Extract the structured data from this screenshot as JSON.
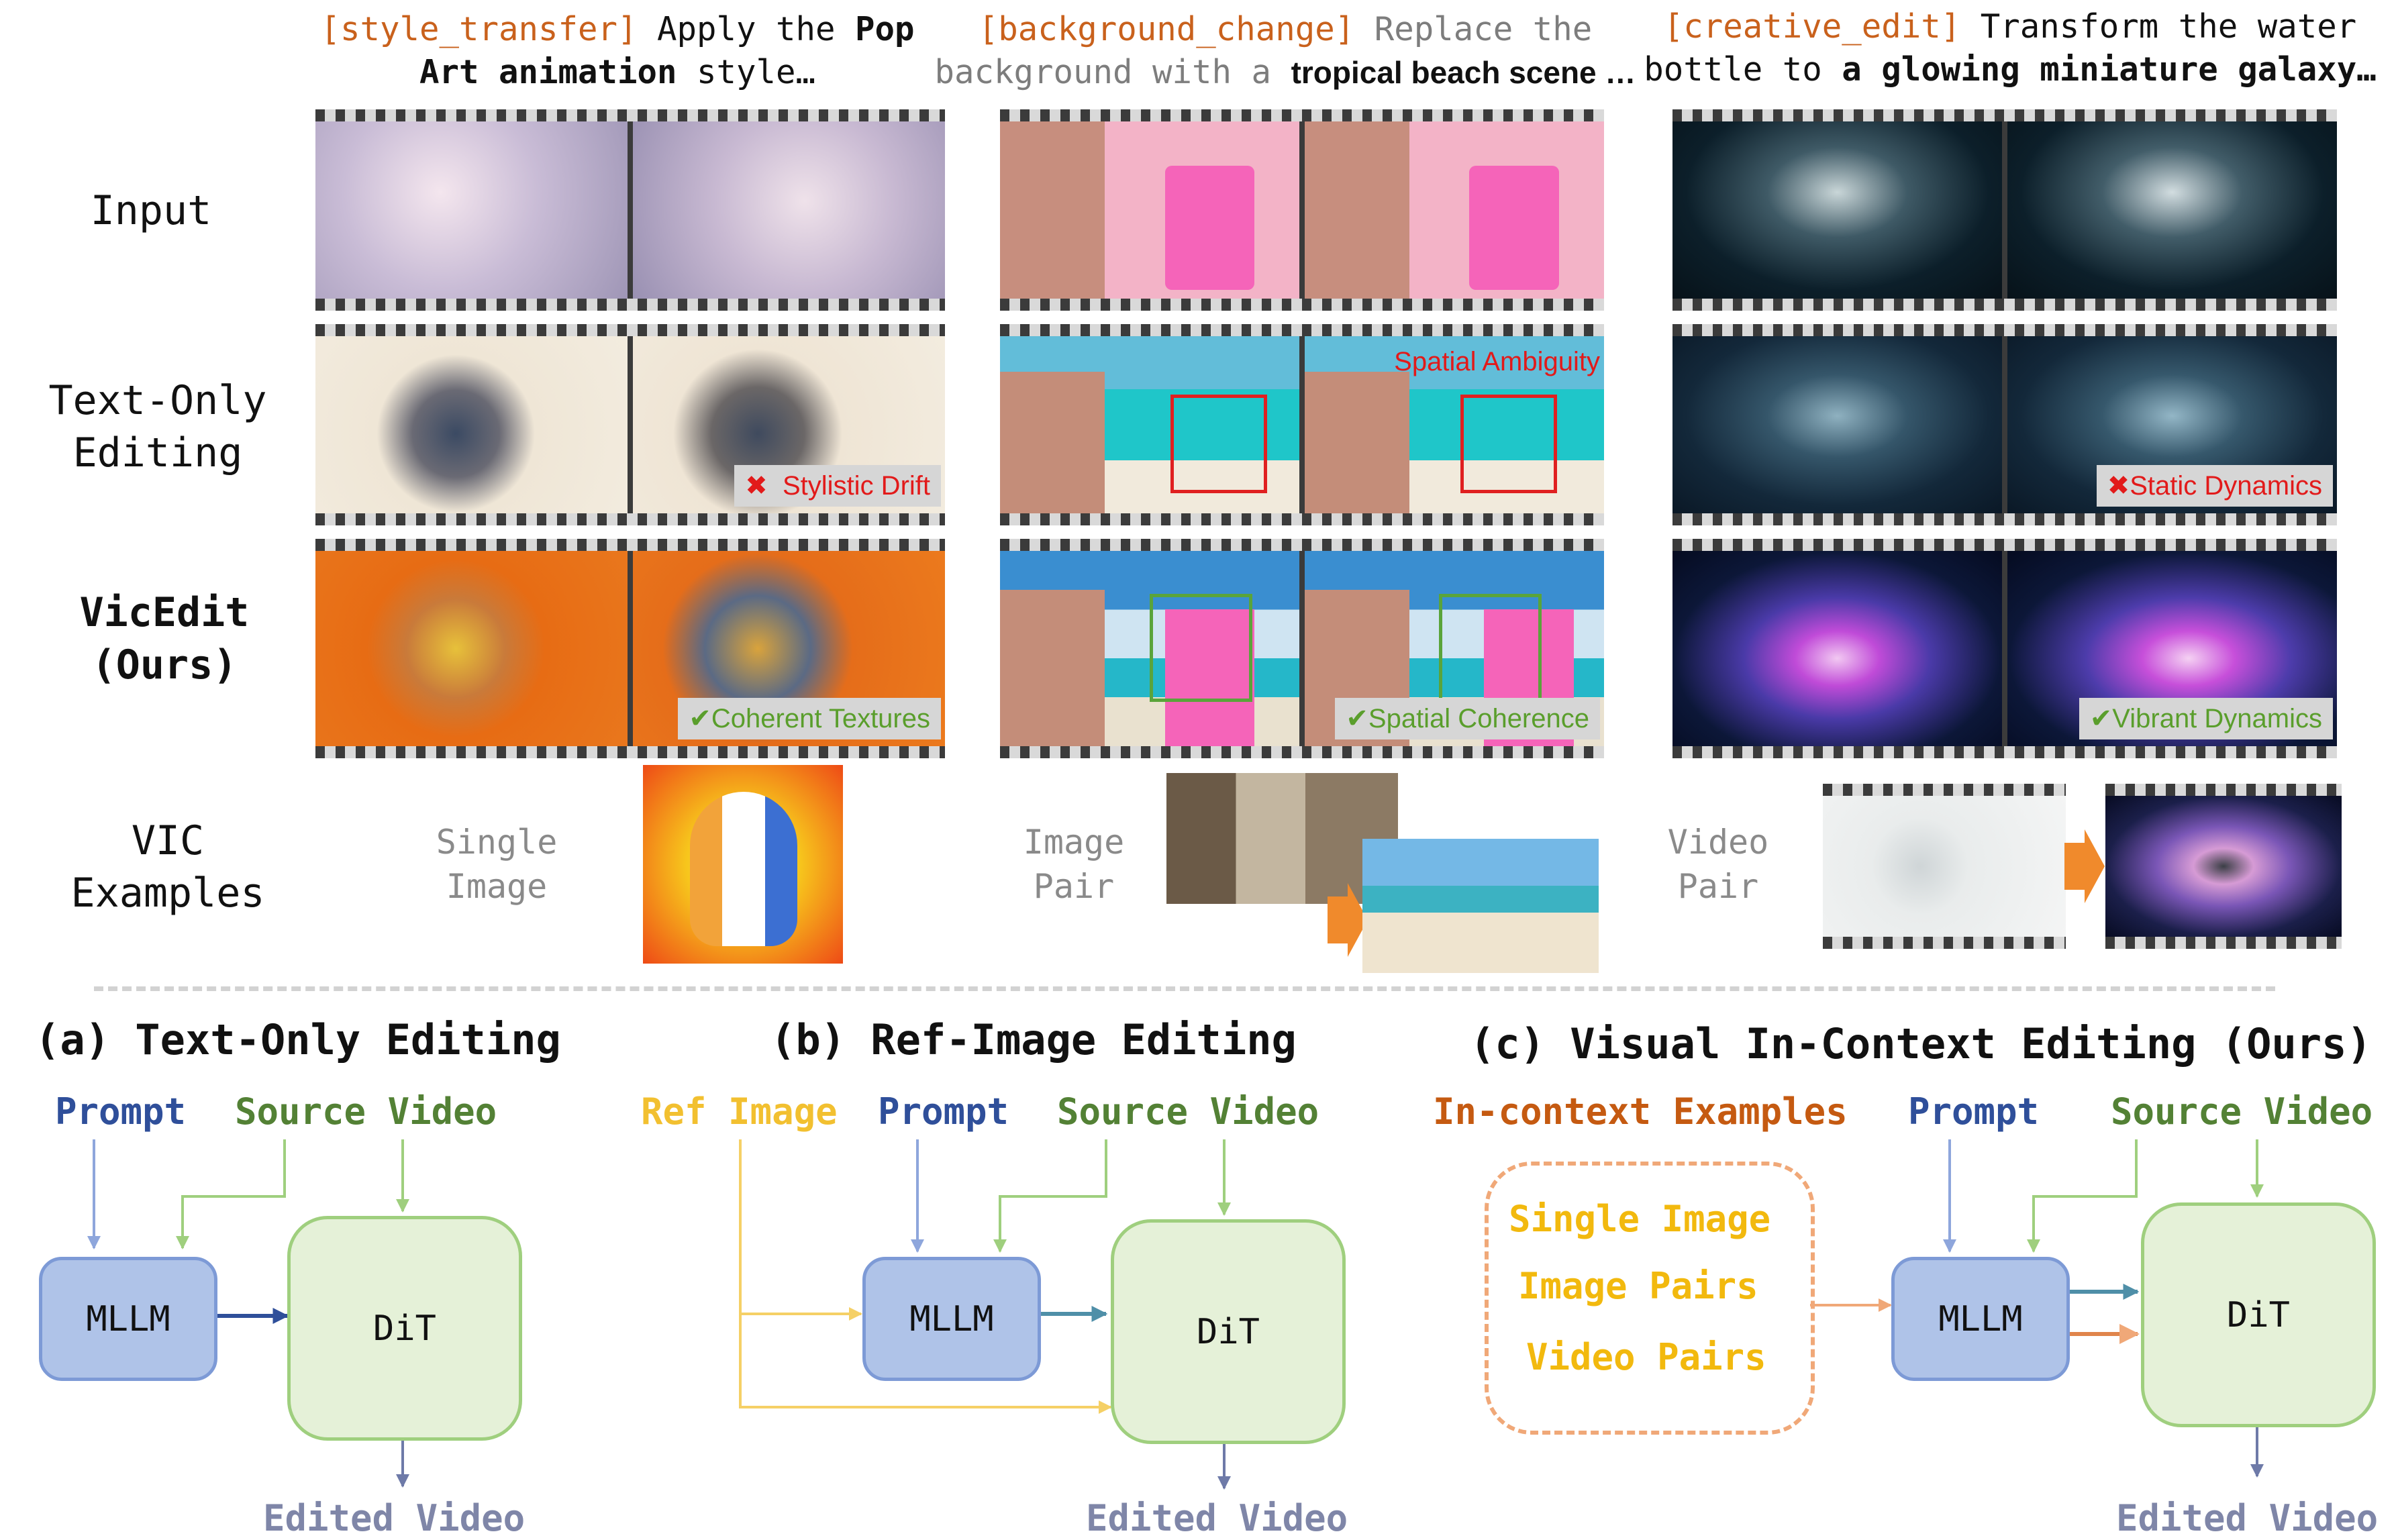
{
  "captions": [
    {
      "tag": "[style_transfer]",
      "pre": " Apply the ",
      "bold": "Pop",
      "line2_bold": "Art animation",
      "line2_post": " style…"
    },
    {
      "tag": "[background_change]",
      "pre": " Replace the",
      "line2_pre": "background with a ",
      "line2_bold": "tropical beach scene …"
    },
    {
      "tag": "[creative_edit]",
      "pre": " Transform the water",
      "line2_pre": "bottle to ",
      "line2_bold": "a glowing miniature galaxy…"
    }
  ],
  "row_labels": {
    "input": "Input",
    "text_only_l1": "Text-Only",
    "text_only_l2": "Editing",
    "ours_l1": "VicEdit",
    "ours_l2": "(Ours)",
    "vic_l1": "VIC",
    "vic_l2": "Examples"
  },
  "badges": {
    "stylistic_drift": "Stylistic Drift",
    "spatial_ambiguity": "Spatial Ambiguity",
    "static_dynamics": "Static Dynamics",
    "coherent_textures": "Coherent Textures",
    "spatial_coherence": "Spatial Coherence",
    "vibrant_dynamics": "Vibrant Dynamics"
  },
  "vic_types": {
    "single_l1": "Single",
    "single_l2": "Image",
    "pair_l1": "Image",
    "pair_l2": "Pair",
    "video_l1": "Video",
    "video_l2": "Pair"
  },
  "sections": {
    "a": {
      "title": "(a) Text-Only Editing",
      "prompt": "Prompt",
      "source": "Source Video",
      "mllm": "MLLM",
      "dit": "DiT",
      "edited": "Edited Video"
    },
    "b": {
      "title": "(b) Ref-Image Editing",
      "ref": "Ref Image",
      "prompt": "Prompt",
      "source": "Source Video",
      "mllm": "MLLM",
      "dit": "DiT",
      "edited": "Edited Video"
    },
    "c": {
      "title": "(c) Visual In-Context Editing (Ours)",
      "examples": "In-context Examples",
      "prompt": "Prompt",
      "source": "Source Video",
      "mllm": "MLLM",
      "dit": "DiT",
      "edited": "Edited Video",
      "items": [
        "Single Image",
        "Image Pairs",
        "Video Pairs"
      ]
    }
  },
  "colors": {
    "prompt": "#2f4f9a",
    "source": "#538135",
    "ref": "#f2c030",
    "examples": "#c55a11",
    "edited": "#7f86a8",
    "bad": "#e21a1a",
    "good": "#5a9e2c"
  }
}
